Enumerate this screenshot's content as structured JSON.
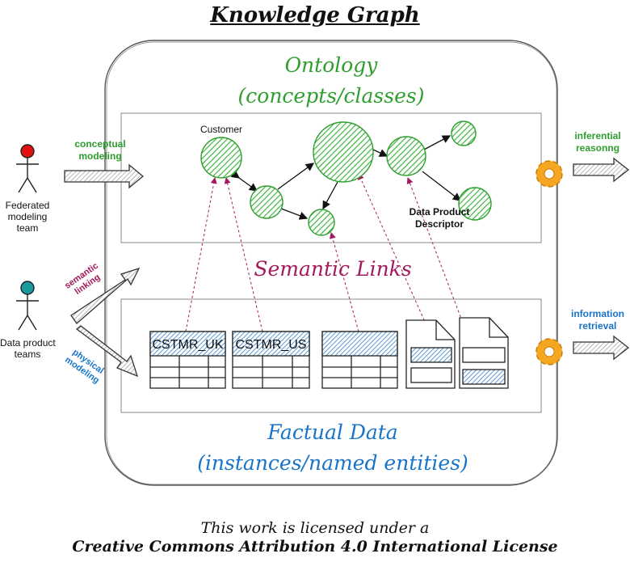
{
  "title": "Knowledge Graph",
  "ontology": {
    "line1": "Ontology",
    "line2": "(concepts/classes)"
  },
  "semantic_links": "Semantic Links",
  "factual": {
    "line1": "Factual Data",
    "line2": "(instances/named entities)"
  },
  "nodes": {
    "customer": "Customer",
    "dpd_line1": "Data Product",
    "dpd_line2": "Descriptor"
  },
  "actors": {
    "federated": [
      "Federated",
      "modeling",
      "team"
    ],
    "data_product": [
      "Data product",
      "teams"
    ]
  },
  "arrows": {
    "conceptual": [
      "conceptual",
      "modeling"
    ],
    "semantic": [
      "semantic",
      "linking"
    ],
    "physical": [
      "physical",
      "modeling"
    ],
    "inferential": [
      "inferential",
      "reasonng"
    ],
    "retrieval": [
      "information",
      "retrieval"
    ]
  },
  "tables": {
    "uk": "CSTMR_UK",
    "us": "CSTMR_US"
  },
  "license": {
    "line1": "This work is licensed under a",
    "line2": "Creative Commons Attribution 4.0 International License"
  },
  "colors": {
    "green": "#2e9e2e",
    "purple": "#a3195b",
    "blue": "#1874c8",
    "gear": "#f5a623"
  },
  "icons": [
    "person-icon",
    "gear-icon",
    "arrow-icon",
    "table-icon",
    "document-icon"
  ]
}
